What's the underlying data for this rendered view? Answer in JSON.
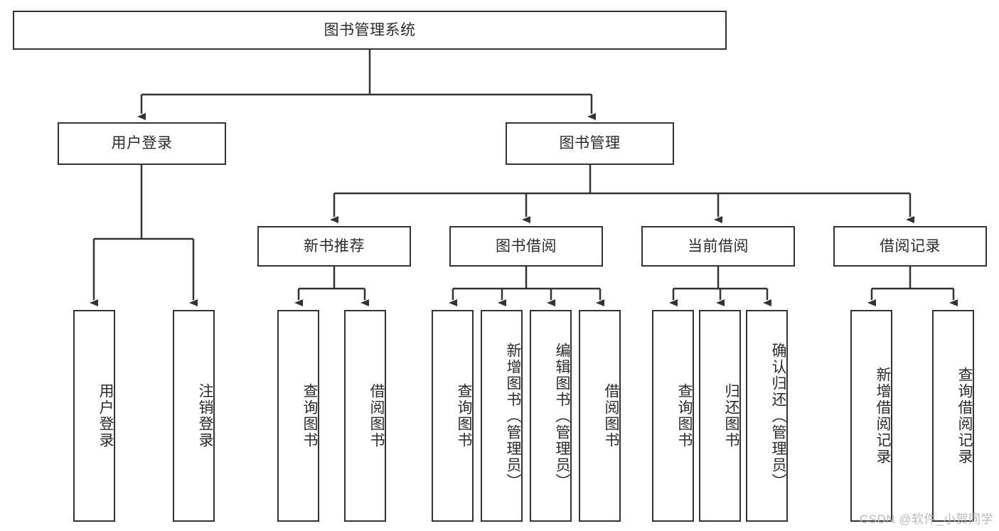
{
  "diagram": {
    "type": "tree",
    "title_node": "图书管理系统",
    "stroke_color": "#333333",
    "text_color": "#2b2b2b",
    "background": "#ffffff"
  },
  "nodes": {
    "root": {
      "label": "图书管理系统"
    },
    "level1": [
      {
        "label": "用户登录"
      },
      {
        "label": "图书管理"
      }
    ],
    "level2": [
      {
        "label": "新书推荐"
      },
      {
        "label": "图书借阅"
      },
      {
        "label": "当前借阅"
      },
      {
        "label": "借阅记录"
      }
    ],
    "leaves_user_login": [
      {
        "label": "用户登录"
      },
      {
        "label": "注销登录"
      }
    ],
    "leaves_new_book": [
      {
        "label": "查询图书"
      },
      {
        "label": "借阅图书"
      }
    ],
    "leaves_borrow": [
      {
        "label": "查询图书"
      },
      {
        "label": "新增图书（管理员）"
      },
      {
        "label": "编辑图书（管理员）"
      },
      {
        "label": "借阅图书"
      }
    ],
    "leaves_current": [
      {
        "label": "查询图书"
      },
      {
        "label": "归还图书"
      },
      {
        "label": "确认归还（管理员）"
      }
    ],
    "leaves_record": [
      {
        "label": "新增借阅记录"
      },
      {
        "label": "查询借阅记录"
      }
    ]
  },
  "watermark": {
    "text": "CSDN @软件_小贺同学"
  }
}
